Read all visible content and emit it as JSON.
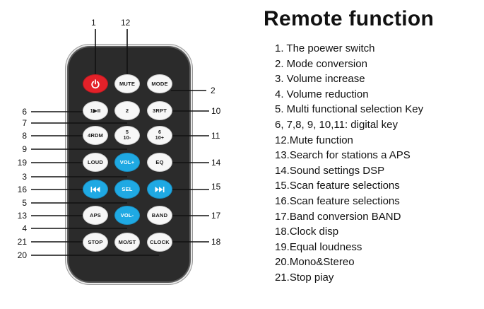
{
  "title": "Remote function",
  "callout_numbers": {
    "n1": "1",
    "n12": "12",
    "n2": "2",
    "n6": "6",
    "n7": "7",
    "n8": "8",
    "n9": "9",
    "n19": "19",
    "n3": "3",
    "n16": "16",
    "n5": "5",
    "n13": "13",
    "n4": "4",
    "n21": "21",
    "n20": "20",
    "n10": "10",
    "n11": "11",
    "n14": "14",
    "n15": "15",
    "n17": "17",
    "n18": "18"
  },
  "buttons": {
    "power": {
      "icon": "power-icon",
      "color": "#e32129"
    },
    "mute": "MUTE",
    "mode": "MODE",
    "play_pause": "1▶II",
    "two": "2",
    "three_rpt": "3RPT",
    "four_rdm": "4RDM",
    "five_top": "5",
    "five_bottom": "10-",
    "six_top": "6",
    "six_bottom": "10+",
    "loud": "LOUD",
    "vol_up": "VOL+",
    "eq": "EQ",
    "prev": {
      "icon": "skip-back-icon"
    },
    "sel": "SEL",
    "next": {
      "icon": "skip-forward-icon"
    },
    "aps": "APS",
    "vol_down": "VOL-",
    "band": "BAND",
    "stop": "STOP",
    "mo_st": "MO/ST",
    "clock": "CLOCK"
  },
  "colors": {
    "remote_body": "#2b2b2b",
    "button_white": "#f7f7f7",
    "button_blue": "#1fa9e3",
    "button_red": "#e32129"
  },
  "legend": [
    "1. The poewer switch",
    "2. Mode conversion",
    "3. Volume increase",
    "4. Volume reduction",
    "5. Multi functional selection Key",
    "6, 7,8, 9, 10,11: digital key",
    "12.Mute function",
    "13.Search for stations a APS",
    "14.Sound settings DSP",
    "15.Scan feature selections",
    "16.Scan feature selections",
    "17.Band conversion BAND",
    "18.Clock disp",
    "19.Equal loudness",
    "20.Mono&Stereo",
    "21.Stop piay"
  ]
}
